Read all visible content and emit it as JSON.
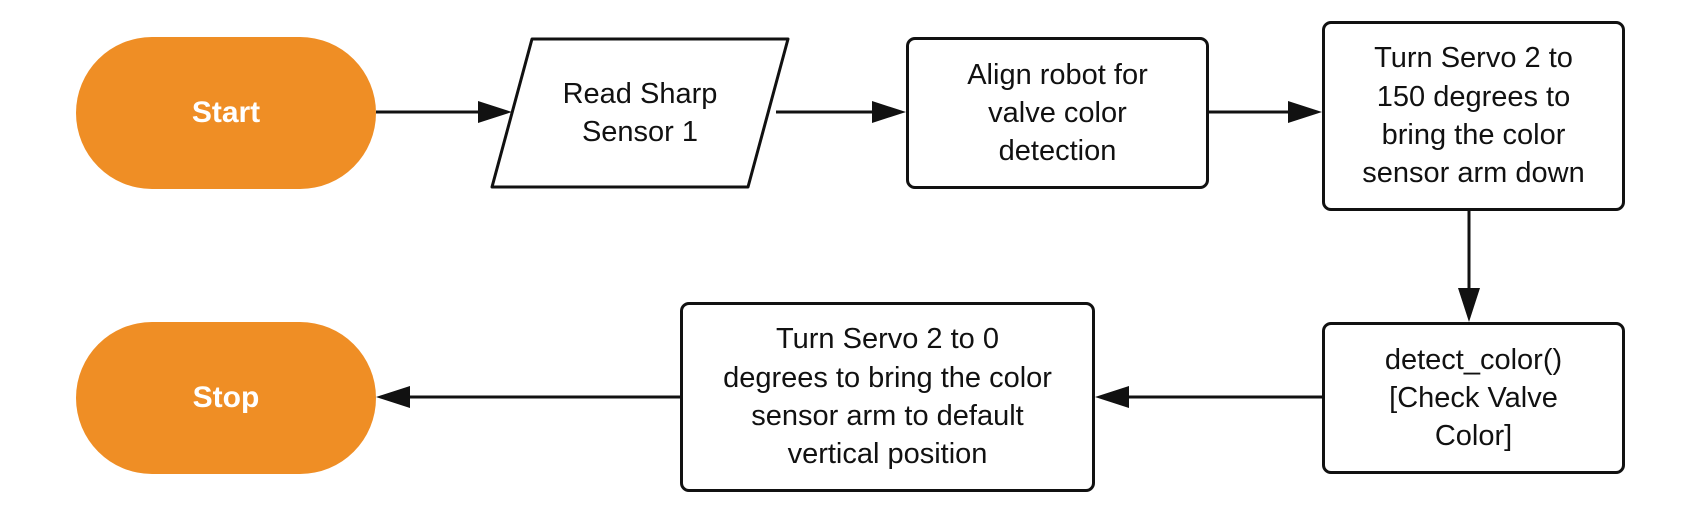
{
  "diagram": {
    "start_label": "Start",
    "read_sensor": [
      "Read Sharp",
      "Sensor 1"
    ],
    "align_robot": [
      "Align robot for",
      "valve color",
      "detection"
    ],
    "servo_down": [
      "Turn Servo 2 to",
      "150 degrees to",
      "bring the color",
      "sensor arm down"
    ],
    "detect_color": [
      "detect_color()",
      "[Check Valve",
      "Color]"
    ],
    "servo_default": [
      "Turn Servo 2 to 0",
      "degrees to bring the color",
      "sensor arm to default",
      "vertical position"
    ],
    "stop_label": "Stop",
    "colors": {
      "terminal": "#ef8e25",
      "stroke": "#111111"
    }
  }
}
